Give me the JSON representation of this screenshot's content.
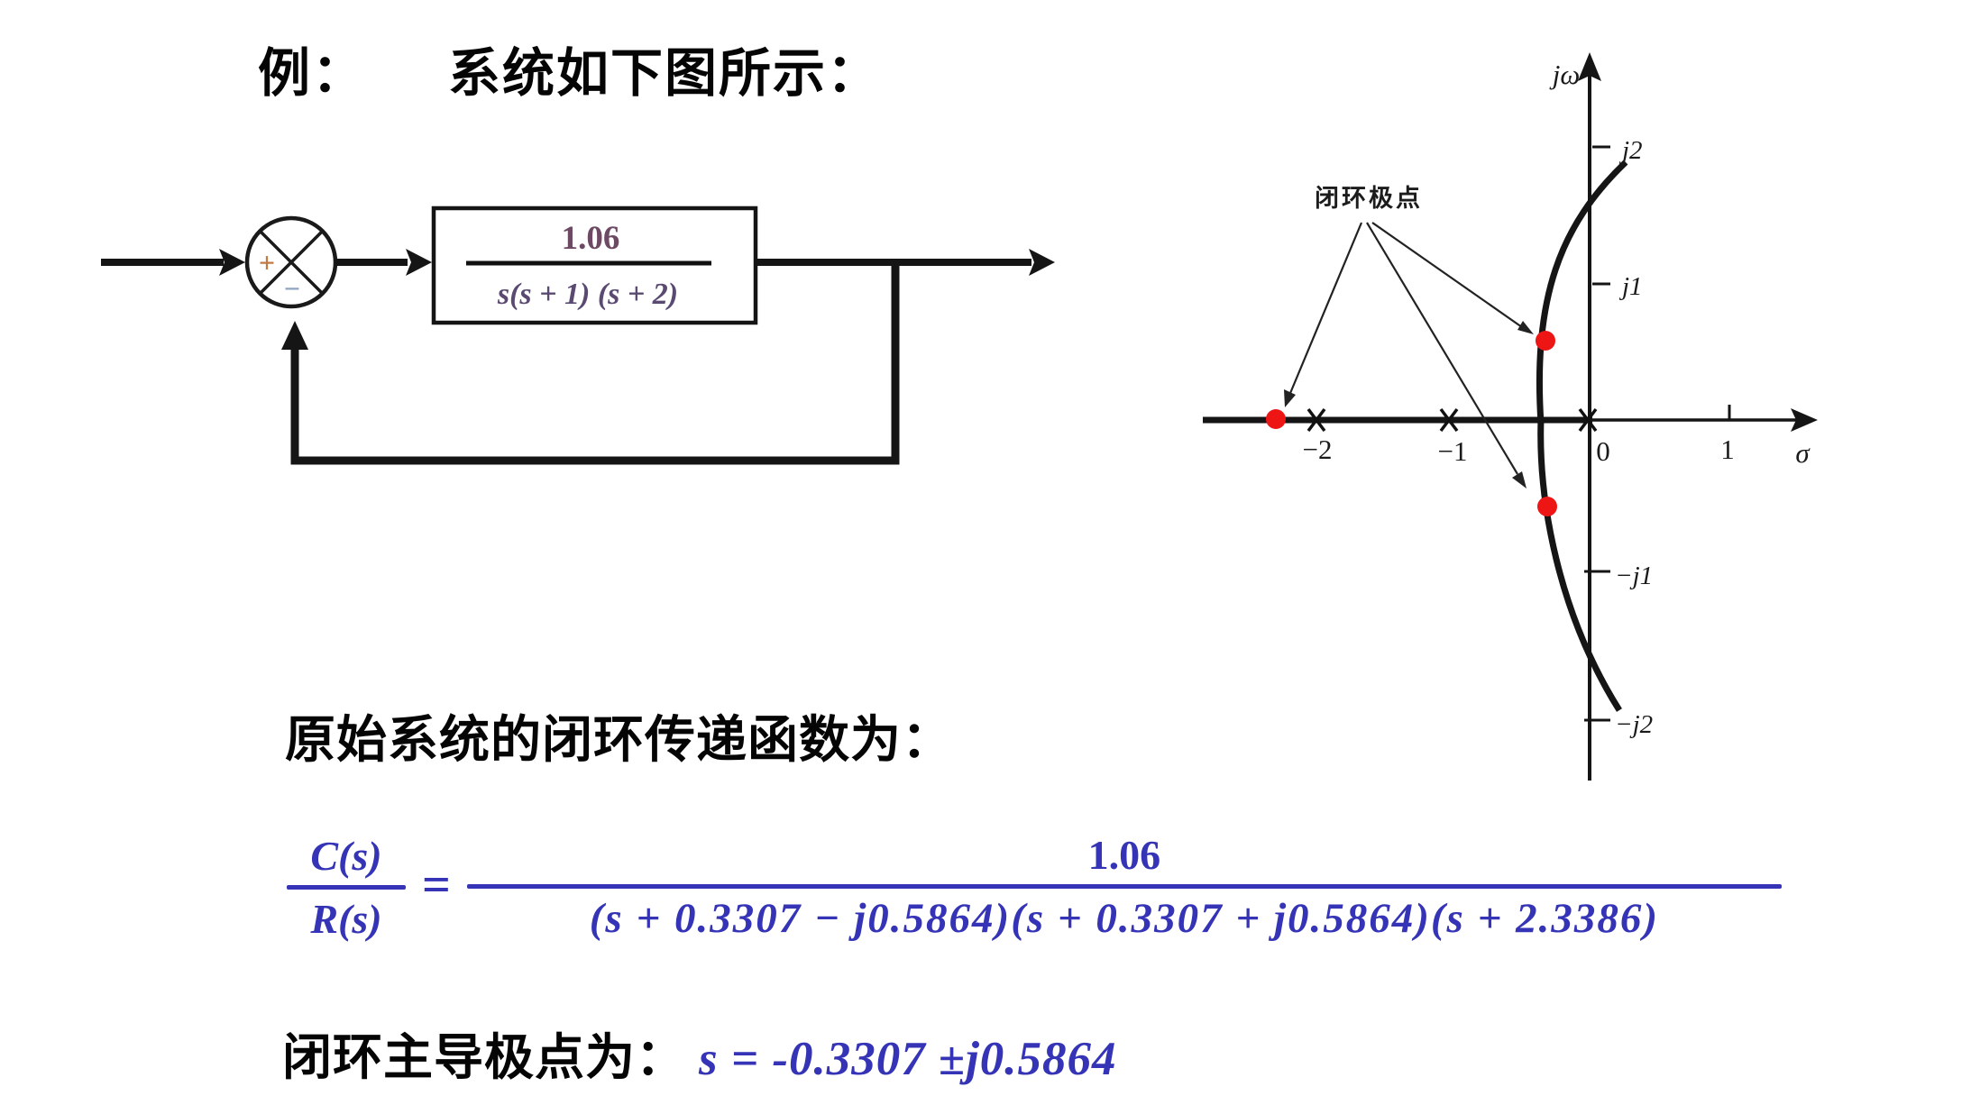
{
  "title": {
    "prefix": "例：",
    "text": "系统如下图所示："
  },
  "block_diagram": {
    "junction": {
      "plus_label": "+",
      "minus_label": "−"
    },
    "block": {
      "numerator": "1.06",
      "denominator": "s(s + 1) (s + 2)"
    }
  },
  "root_locus": {
    "annotation": "闭环极点",
    "y_axis_label": "jω",
    "x_axis_label": "σ",
    "y_ticks": [
      "j2",
      "j1",
      "−j1",
      "−j2"
    ],
    "x_ticks": [
      "−2",
      "−1",
      "0",
      "1"
    ],
    "chart": {
      "type": "scatter",
      "open_loop_poles_sigma": [
        0,
        -1,
        -2
      ],
      "closed_loop_poles": [
        "-0.3307+j0.5864",
        "-0.3307-j0.5864",
        "-2.3386"
      ],
      "x_range": [
        -2.8,
        1.6
      ],
      "y_range": [
        -2.4,
        2.4
      ]
    }
  },
  "paragraph": "原始系统的闭环传递函数为：",
  "equation": {
    "lhs_numerator": "C(s)",
    "lhs_denominator": "R(s)",
    "equals": "=",
    "rhs_numerator": "1.06",
    "rhs_denominator": "(s + 0.3307 − j0.5864)(s + 0.3307 + j0.5864)(s + 2.3386)"
  },
  "conclusion": {
    "label": "闭环主导极点为：",
    "value": "s = -0.3307 ±j0.5864"
  },
  "colors": {
    "formula_blue": "#3534b6",
    "ink": "#151515",
    "red_dot": "#ee1515"
  }
}
